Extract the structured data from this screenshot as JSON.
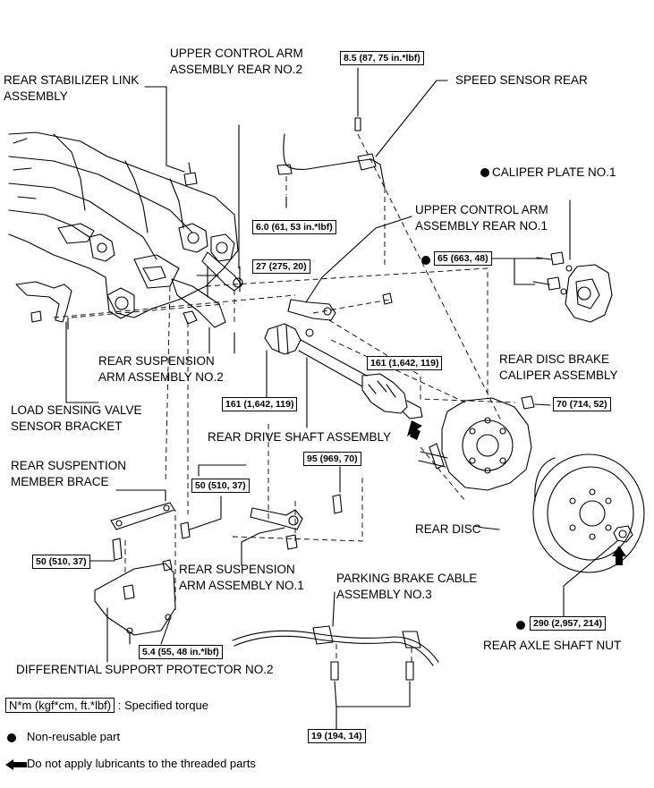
{
  "labels": {
    "upper_arm_no2_l1": "UPPER CONTROL ARM",
    "upper_arm_no2_l2": "ASSEMBLY REAR NO.2",
    "stab_link_l1": "REAR STABILIZER LINK",
    "stab_link_l2": "ASSEMBLY",
    "speed_sensor": "SPEED SENSOR REAR",
    "caliper_plate": "CALIPER PLATE NO.1",
    "upper_arm_no1_l1": "UPPER CONTROL ARM",
    "upper_arm_no1_l2": "ASSEMBLY REAR NO.1",
    "susp_arm_no2_l1": "REAR SUSPENSION",
    "susp_arm_no2_l2": "ARM ASSEMBLY NO.2",
    "caliper_l1": "REAR DISC BRAKE",
    "caliper_l2": "CALIPER ASSEMBLY",
    "load_sensing_l1": "LOAD SENSING VALVE",
    "load_sensing_l2": "SENSOR BRACKET",
    "drive_shaft": "REAR DRIVE SHAFT ASSEMBLY",
    "member_brace_l1": "REAR SUSPENTION",
    "member_brace_l2": "MEMBER BRACE",
    "rear_disc": "REAR DISC",
    "susp_arm_no1_l1": "REAR SUSPENSION",
    "susp_arm_no1_l2": "ARM ASSEMBLY NO.1",
    "pb_cable_l1": "PARKING BRAKE CABLE",
    "pb_cable_l2": "ASSEMBLY NO.3",
    "axle_nut": "REAR AXLE SHAFT NUT",
    "diff_protector": "DIFFERENTIAL SUPPORT PROTECTOR NO.2"
  },
  "torques": {
    "t_8_5": "8.5 (87, 75 in.*lbf)",
    "t_6_0": "6.0 (61, 53 in.*lbf)",
    "t_27": "27 (275, 20)",
    "t_65": "65 (663, 48)",
    "t_161_a": "161 (1,642, 119)",
    "t_161_b": "161 (1,642, 119)",
    "t_70": "70 (714, 52)",
    "t_95": "95 (969, 70)",
    "t_50_a": "50 (510, 37)",
    "t_50_b": "50 (510, 37)",
    "t_5_4": "5.4 (55, 48 in.*lbf)",
    "t_290": "290 (2,957, 214)",
    "t_19": "19 (194, 14)"
  },
  "legend": {
    "unit_box": "N*m (kgf*cm, ft.*lbf)",
    "unit_text": ": Specified torque",
    "non_reusable": "Non-reusable part",
    "no_lube": "Do not apply lubricants to the threaded parts"
  }
}
